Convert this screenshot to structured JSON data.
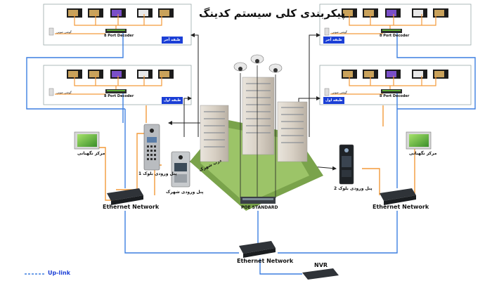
{
  "title": "پیکربندی کلی سیستم کدینگ",
  "floors": {
    "top_left": "طبقه آخر",
    "mid_left": "طبقه اول",
    "top_right": "طبقه آخر",
    "mid_right": "طبقه اول"
  },
  "decoder_label": "8 Port Decoder",
  "phone_label": "گوشی صوتی",
  "guard_left": "مرکز نگهبانی",
  "guard_right": "مرکز نگهبانی",
  "panel_block1": "پنل ورودی بلوک 1",
  "panel_block2": "پنل ورودی بلوک 2",
  "panel_town": "پنل ورودی شهرک",
  "town_gate": "درب شهرک",
  "ethernet": "Ethernet Network",
  "poe": "POE STANDARD",
  "nvr": "NVR",
  "uplink": "Up-link",
  "colors": {
    "blue_line": "#3d7fe0",
    "orange_line": "#f39a3a",
    "floor_badge": "#1b3fd6"
  }
}
